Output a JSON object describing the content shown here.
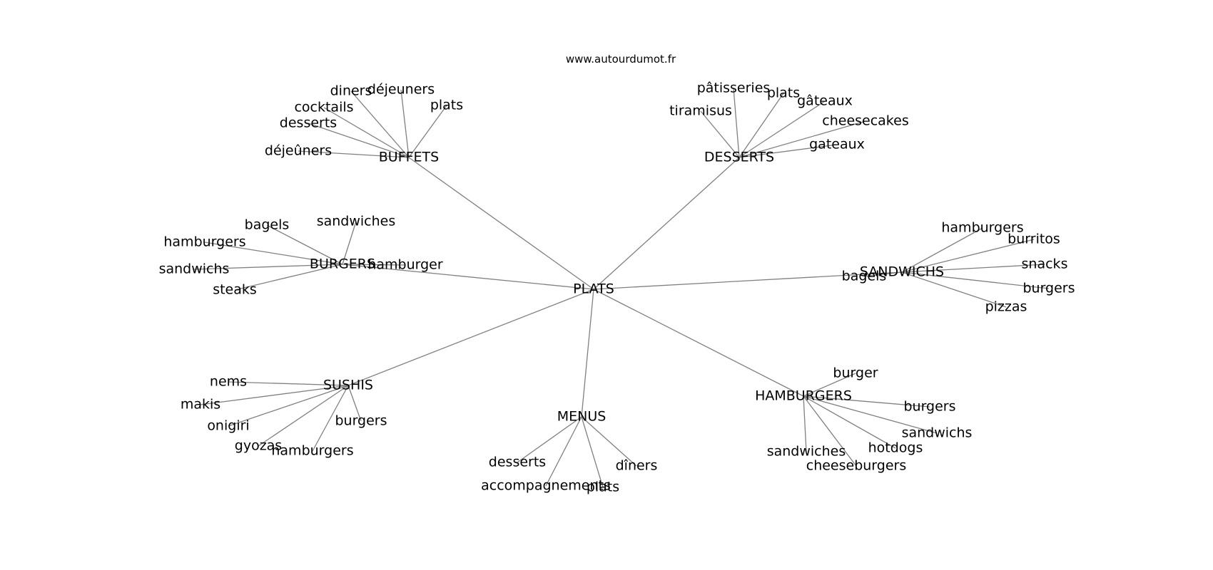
{
  "credit": "www.autourdumot.fr",
  "center": "PLATS",
  "clusters": [
    {
      "id": "buffets",
      "label": "BUFFETS",
      "leaves": [
        "déjeûners",
        "desserts",
        "cocktails",
        "diners",
        "déjeuners",
        "plats"
      ]
    },
    {
      "id": "desserts",
      "label": "DESSERTS",
      "leaves": [
        "tiramisus",
        "pâtisseries",
        "plats",
        "gâteaux",
        "cheesecakes",
        "gateaux"
      ]
    },
    {
      "id": "burgers",
      "label": "BURGERS",
      "leaves": [
        "bagels",
        "hamburgers",
        "sandwichs",
        "steaks",
        "sandwiches",
        "hamburger"
      ]
    },
    {
      "id": "sandwichs",
      "label": "SANDWICHS",
      "leaves": [
        "hamburgers",
        "burritos",
        "snacks",
        "burgers",
        "pizzas",
        "bagels"
      ]
    },
    {
      "id": "sushis",
      "label": "SUSHIS",
      "leaves": [
        "nems",
        "makis",
        "onigiri",
        "gyozas",
        "hamburgers",
        "burgers"
      ]
    },
    {
      "id": "menus",
      "label": "MENUS",
      "leaves": [
        "desserts",
        "accompagnements",
        "plats",
        "dîners"
      ]
    },
    {
      "id": "hamburgers",
      "label": "HAMBURGERS",
      "leaves": [
        "burger",
        "burgers",
        "sandwichs",
        "hotdogs",
        "cheeseburgers",
        "sandwiches"
      ]
    }
  ]
}
